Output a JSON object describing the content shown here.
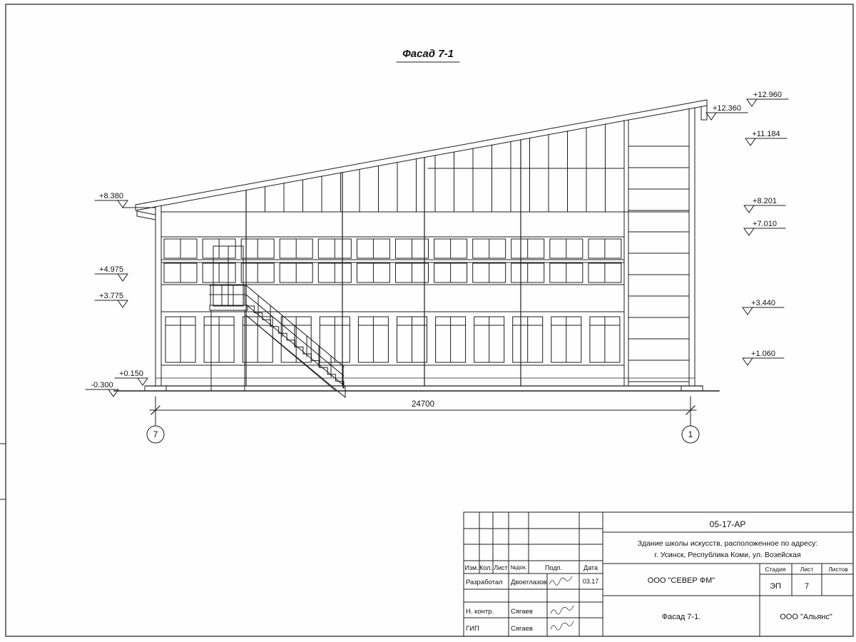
{
  "drawing": {
    "title": "Фасад 7-1",
    "dimension_total": "24700",
    "axis_left": "7",
    "axis_right": "1",
    "marks_left": [
      "+8.380",
      "+4.975",
      "+3.775",
      "+0.150",
      "-0.300"
    ],
    "marks_right": [
      "+12.960",
      "+12.360",
      "+11.184",
      "+8.201",
      "+7.010",
      "+3.440",
      "+1.060"
    ]
  },
  "title_block": {
    "doc_number": "05-17-АР",
    "project_line1": "Здание школы искусств, расположенное по адресу:",
    "project_line2": "г. Усинск, Республика Коми, ул. Возейская",
    "columns": {
      "izm": "Изм.",
      "kol": "Кол.",
      "list": "Лист",
      "ndok": "№док.",
      "podp": "Подп.",
      "data": "Дата"
    },
    "rows": [
      {
        "role": "Разработал",
        "name": "Двоеглазов",
        "date": "03.17"
      },
      {
        "role": "Н. контр.",
        "name": "Сягаев",
        "date": ""
      },
      {
        "role": "ГИП",
        "name": "Сягаев",
        "date": ""
      }
    ],
    "company": "ООО \"СЕВЕР ФМ\"",
    "stage_label": "Стадия",
    "sheet_label": "Лист",
    "sheets_label": "Листов",
    "stage_value": "ЭП",
    "sheet_value": "7",
    "drawing_name": "Фасад 7-1.",
    "contractor": "ООО \"Альянс\""
  }
}
